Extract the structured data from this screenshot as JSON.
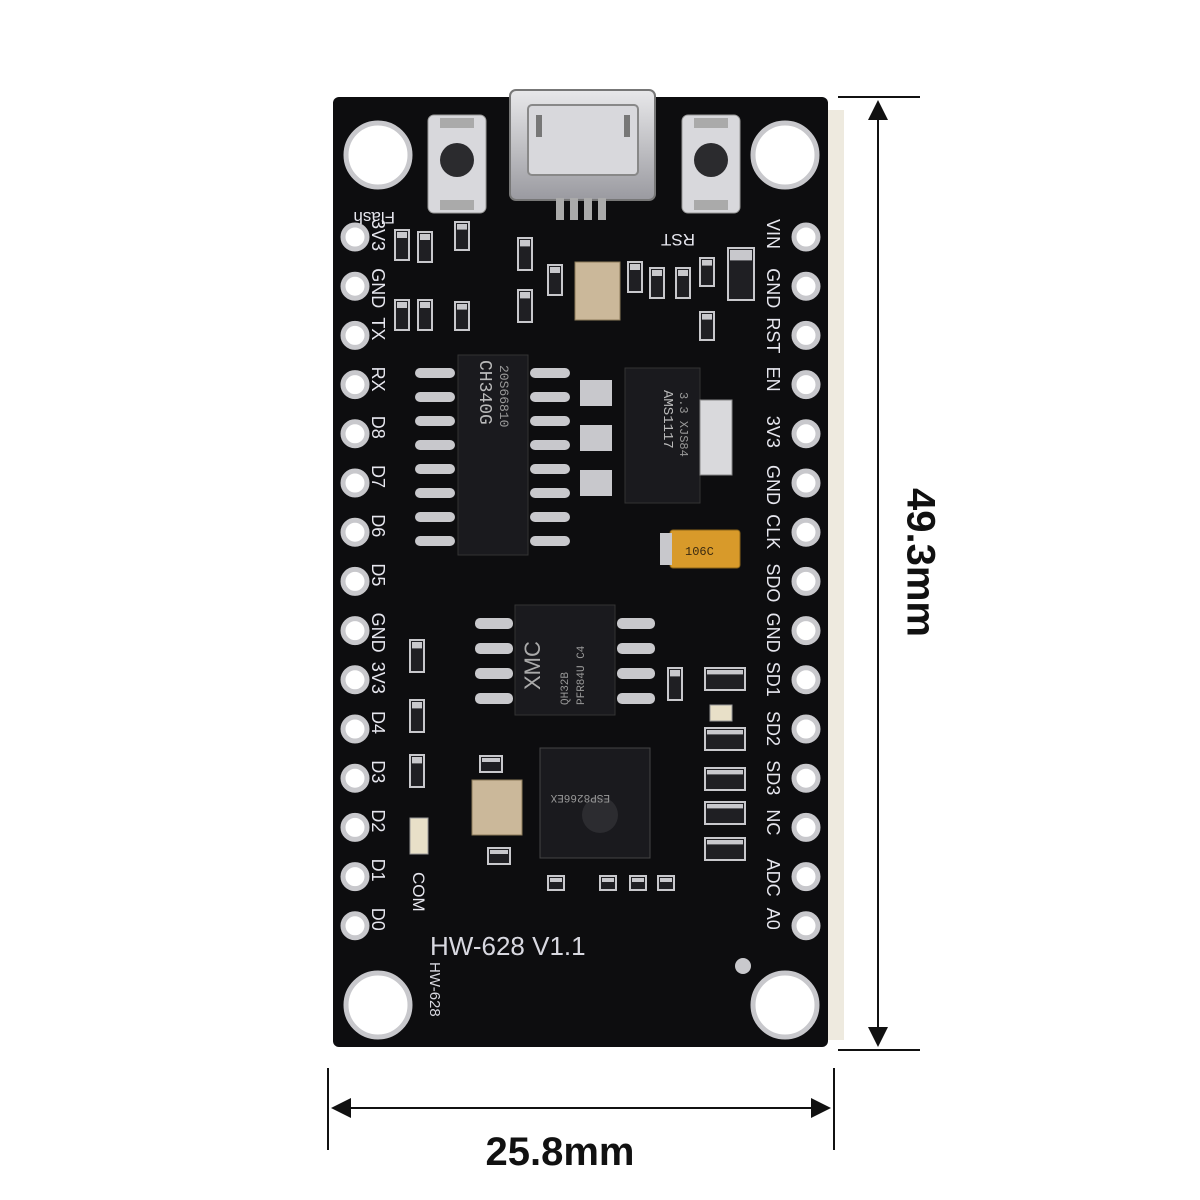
{
  "dimensions": {
    "width": "25.8mm",
    "height": "49.3mm"
  },
  "board": {
    "model_label": "HW-628 V1.1",
    "model_label_vertical": "HW-628",
    "button_labels": {
      "flash": "Flash",
      "reset": "RST"
    },
    "led_label": "COM",
    "left_pins": [
      "3V3",
      "GND",
      "TX",
      "RX",
      "D8",
      "D7",
      "D6",
      "D5",
      "GND",
      "3V3",
      "D4",
      "D3",
      "D2",
      "D1",
      "D0"
    ],
    "right_pins": [
      "VIN",
      "GND",
      "RST",
      "EN",
      "3V3",
      "GND",
      "CLK",
      "SDO",
      "GND",
      "SD1",
      "SD2",
      "SD3",
      "NC",
      "ADC",
      "A0"
    ],
    "chips": {
      "usb_serial": {
        "line1": "CH340G",
        "line2": "20S66810"
      },
      "regulator": {
        "line1": "AMS1117",
        "line2": "3.3 XJS84"
      },
      "flash": {
        "line1": "XMC",
        "line2": "QH32B",
        "line3": "PFR84U C4"
      },
      "mcu": {
        "line1": "ESP8266EX"
      },
      "tantalum_cap": {
        "line1": "106C"
      }
    }
  },
  "colors": {
    "pcb": "#0d0d0f",
    "silkscreen": "#e6e6ee",
    "pad": "#c8c8cc",
    "chip": "#1a1a1e",
    "tantalum": "#d89a2a",
    "crystal": "#cbb89a",
    "measure_line": "#111111"
  }
}
